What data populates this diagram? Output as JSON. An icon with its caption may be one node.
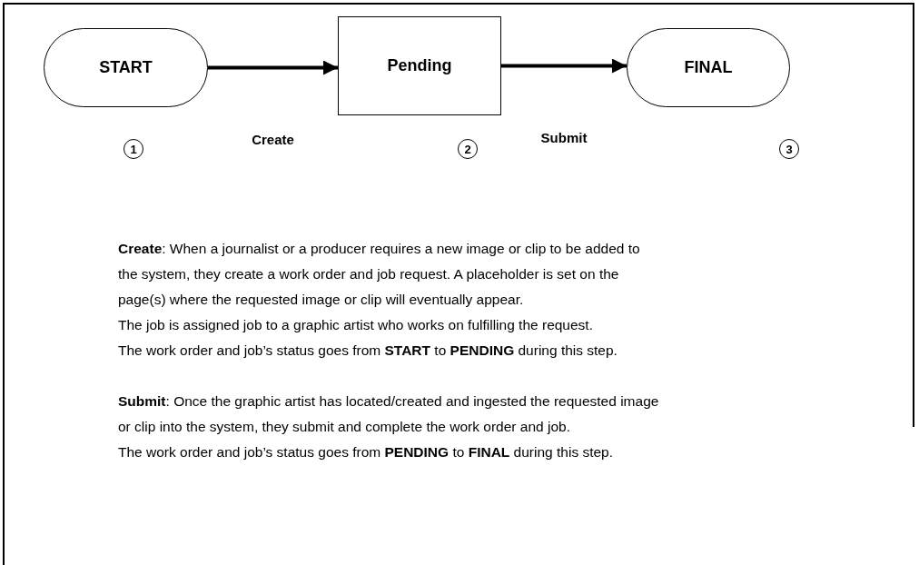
{
  "diagram": {
    "nodes": [
      {
        "text": [
          "START"
        ],
        "beside": [
          "1"
        ]
      },
      {
        "text": [
          "Pending"
        ],
        "beside": [
          "2"
        ]
      },
      {
        "text": [
          "FINAL"
        ],
        "beside": [
          "3"
        ]
      }
    ],
    "edges": [
      {
        "from": 0,
        "to": 1,
        "arrow": "to",
        "label": "Create"
      },
      {
        "from": 1,
        "to": 2,
        "arrow": "to",
        "label": "Submit"
      }
    ],
    "labels": [
      "**Create**: When a journalist or a producer requires a new image or clip to be added to the system, they create a work order and job request. A placeholder is set on the page(s) where the requested image or clip will eventually appear.",
      "The job is assigned job to a graphic artist who works on fulfilling the request.",
      "The work order and job’s status goes from **START** to **PENDING** during this step.",
      "**Submit**: Once the graphic artist has located/created and ingested the requested image or clip into the system, they submit and complete the work order and job.",
      "The work order and job’s status goes from **PENDING** to **FINAL** during this step."
    ]
  }
}
